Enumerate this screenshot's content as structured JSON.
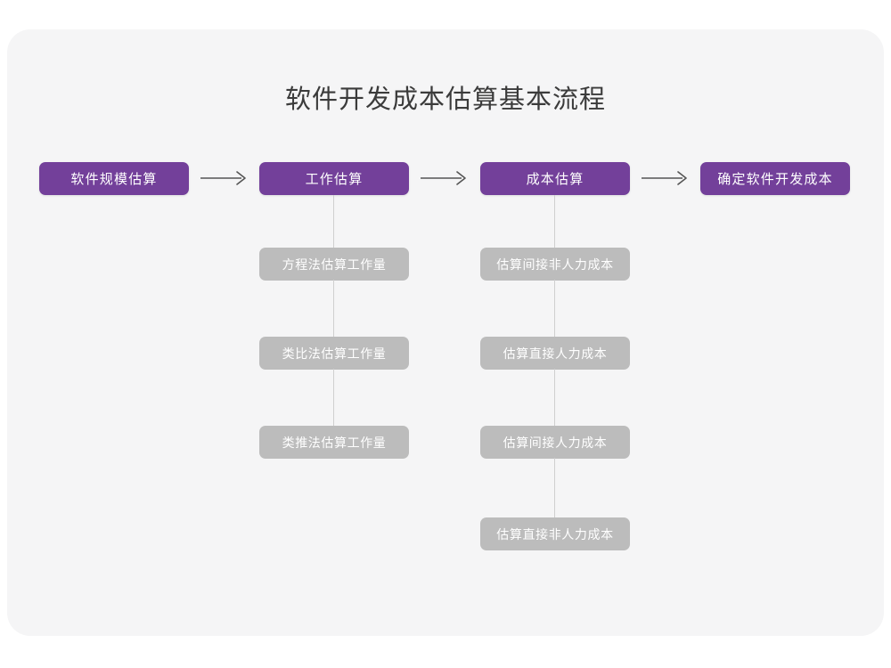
{
  "chart_data": {
    "type": "diagram",
    "title": "软件开发成本估算基本流程",
    "orientation": "horizontal-with-vertical-substeps",
    "stages": [
      {
        "id": "stage-1",
        "label": "软件规模估算",
        "substeps": []
      },
      {
        "id": "stage-2",
        "label": "工作估算",
        "substeps": [
          "方程法估算工作量",
          "类比法估算工作量",
          "类推法估算工作量"
        ]
      },
      {
        "id": "stage-3",
        "label": "成本估算",
        "substeps": [
          "估算间接非人力成本",
          "估算直接人力成本",
          "估算间接人力成本",
          "估算直接非人力成本"
        ]
      },
      {
        "id": "stage-4",
        "label": "确定软件开发成本",
        "substeps": []
      }
    ],
    "connectors": [
      {
        "from": "stage-1",
        "to": "stage-2",
        "style": "arrow"
      },
      {
        "from": "stage-2",
        "to": "stage-3",
        "style": "arrow"
      },
      {
        "from": "stage-3",
        "to": "stage-4",
        "style": "arrow"
      }
    ]
  },
  "title": "软件开发成本估算基本流程",
  "stage1": {
    "label": "软件规模估算"
  },
  "stage2": {
    "label": "工作估算",
    "sub1": "方程法估算工作量",
    "sub2": "类比法估算工作量",
    "sub3": "类推法估算工作量"
  },
  "stage3": {
    "label": "成本估算",
    "sub1": "估算间接非人力成本",
    "sub2": "估算直接人力成本",
    "sub3": "估算间接人力成本",
    "sub4": "估算直接非人力成本"
  },
  "stage4": {
    "label": "确定软件开发成本"
  },
  "icons": {
    "arrow1": "arrow-right-icon",
    "arrow2": "arrow-right-icon",
    "arrow3": "arrow-right-icon"
  },
  "colors": {
    "primary": "#73409a",
    "secondary": "#bcbcbc",
    "card": "#f5f5f6",
    "page": "#ffffff",
    "title_text": "#3b3b3b",
    "connector": "#cfcfcf",
    "arrow": "#555555"
  }
}
